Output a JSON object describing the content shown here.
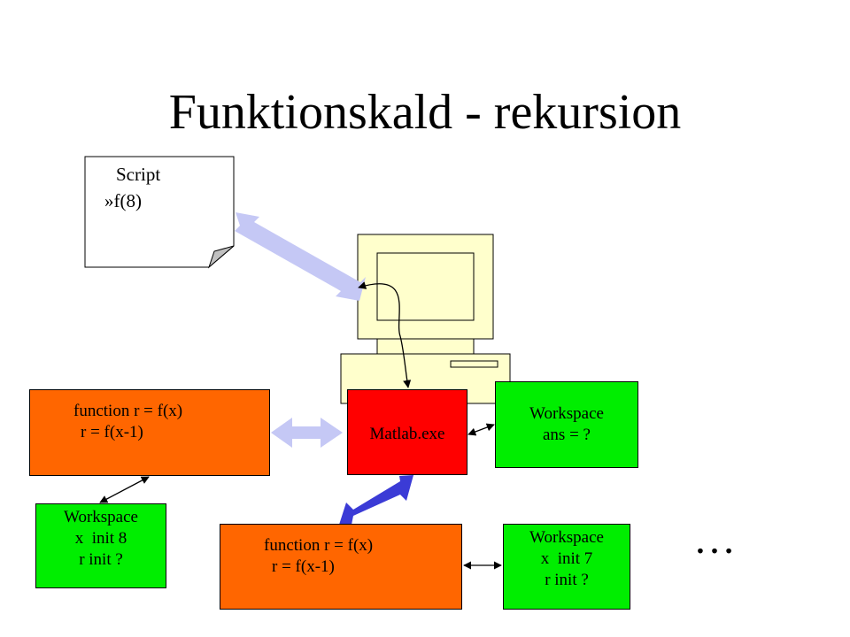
{
  "title": "Funktionskald - rekursion",
  "script_doc": {
    "line1": "Script",
    "line2": "»f(8)"
  },
  "matlab": {
    "label": "Matlab.exe"
  },
  "workspace_main": {
    "line1": "Workspace",
    "line2": "ans = ?"
  },
  "function_1": {
    "line1": "function r = f(x)",
    "line2": "r = f(x-1)"
  },
  "workspace_1": {
    "line1": "Workspace",
    "line2": "x  init 8",
    "line3": "r init ?"
  },
  "function_2": {
    "line1": "function r = f(x)",
    "line2": "r = f(x-1)"
  },
  "workspace_2": {
    "line1": "Workspace",
    "line2": "x  init 7",
    "line3": "r init ?"
  },
  "ellipsis": "…",
  "colors": {
    "function": "#ff6600",
    "workspace": "#00ee00",
    "matlab": "#ff0000",
    "light_arrow": "#c5c8f5",
    "dark_arrow": "#3b3bd6",
    "computer": "#ffffcc"
  }
}
